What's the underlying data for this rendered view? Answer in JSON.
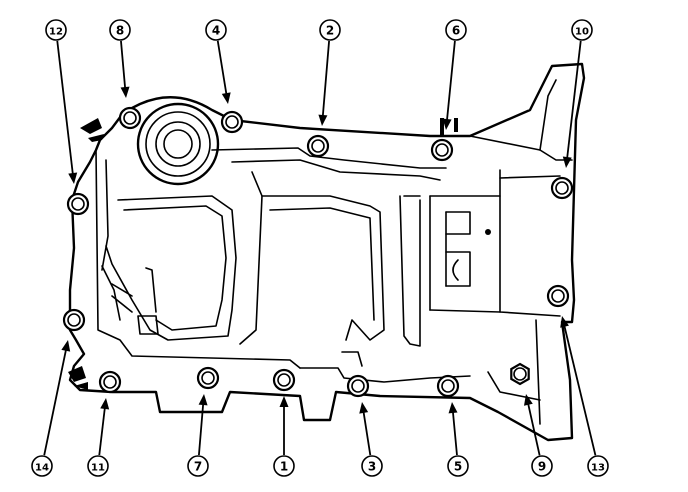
{
  "callouts": [
    {
      "label": "1",
      "name": "callout-1"
    },
    {
      "label": "2",
      "name": "callout-2"
    },
    {
      "label": "3",
      "name": "callout-3"
    },
    {
      "label": "4",
      "name": "callout-4"
    },
    {
      "label": "5",
      "name": "callout-5"
    },
    {
      "label": "6",
      "name": "callout-6"
    },
    {
      "label": "7",
      "name": "callout-7"
    },
    {
      "label": "8",
      "name": "callout-8"
    },
    {
      "label": "9",
      "name": "callout-9"
    },
    {
      "label": "10",
      "name": "callout-10"
    },
    {
      "label": "11",
      "name": "callout-11"
    },
    {
      "label": "12",
      "name": "callout-12"
    },
    {
      "label": "13",
      "name": "callout-13"
    },
    {
      "label": "14",
      "name": "callout-14"
    }
  ],
  "colors": {
    "line": "#000000",
    "background": "#ffffff"
  }
}
